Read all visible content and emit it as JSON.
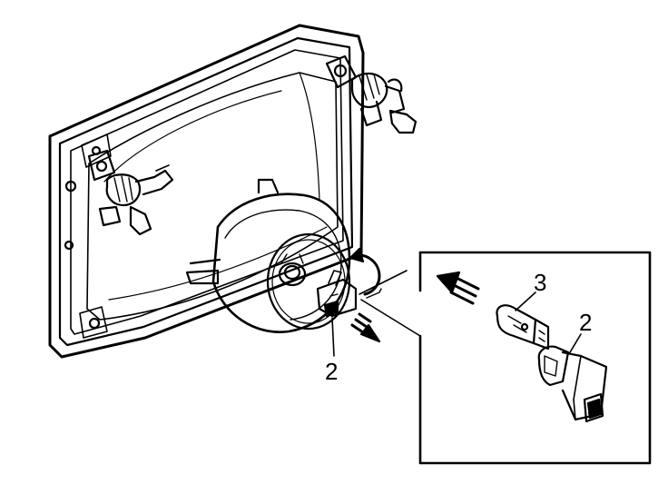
{
  "labels": {
    "main_socket": "2",
    "inset_bulb": "3",
    "inset_socket": "2"
  },
  "colors": {
    "ink": "#000000",
    "paper": "#ffffff"
  }
}
